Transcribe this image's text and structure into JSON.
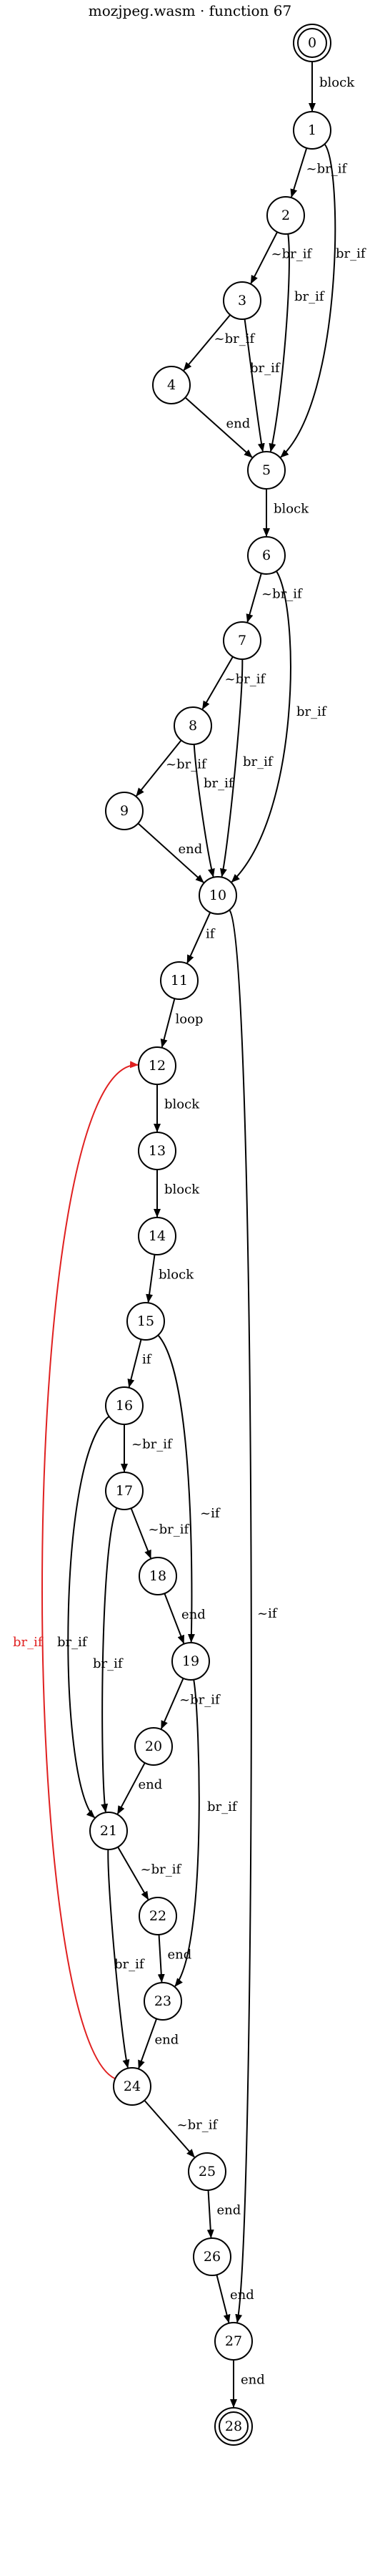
{
  "title": "mozjpeg.wasm · function 67",
  "nodes": [
    {
      "id": "0",
      "label": "0",
      "kind": "terminal"
    },
    {
      "id": "1",
      "label": "1"
    },
    {
      "id": "2",
      "label": "2"
    },
    {
      "id": "3",
      "label": "3"
    },
    {
      "id": "4",
      "label": "4"
    },
    {
      "id": "5",
      "label": "5"
    },
    {
      "id": "6",
      "label": "6"
    },
    {
      "id": "7",
      "label": "7"
    },
    {
      "id": "8",
      "label": "8"
    },
    {
      "id": "9",
      "label": "9"
    },
    {
      "id": "10",
      "label": "10"
    },
    {
      "id": "11",
      "label": "11"
    },
    {
      "id": "12",
      "label": "12"
    },
    {
      "id": "13",
      "label": "13"
    },
    {
      "id": "14",
      "label": "14"
    },
    {
      "id": "15",
      "label": "15"
    },
    {
      "id": "16",
      "label": "16"
    },
    {
      "id": "17",
      "label": "17"
    },
    {
      "id": "18",
      "label": "18"
    },
    {
      "id": "19",
      "label": "19"
    },
    {
      "id": "20",
      "label": "20"
    },
    {
      "id": "21",
      "label": "21"
    },
    {
      "id": "22",
      "label": "22"
    },
    {
      "id": "23",
      "label": "23"
    },
    {
      "id": "24",
      "label": "24"
    },
    {
      "id": "25",
      "label": "25"
    },
    {
      "id": "26",
      "label": "26"
    },
    {
      "id": "27",
      "label": "27"
    },
    {
      "id": "28",
      "label": "28",
      "kind": "terminal"
    }
  ],
  "edges": [
    {
      "from": "0",
      "to": "1",
      "label": "block"
    },
    {
      "from": "1",
      "to": "2",
      "label": "~br_if"
    },
    {
      "from": "1",
      "to": "5",
      "label": "br_if"
    },
    {
      "from": "2",
      "to": "3",
      "label": "~br_if"
    },
    {
      "from": "2",
      "to": "5",
      "label": "br_if"
    },
    {
      "from": "3",
      "to": "4",
      "label": "~br_if"
    },
    {
      "from": "3",
      "to": "5",
      "label": "br_if"
    },
    {
      "from": "4",
      "to": "5",
      "label": "end"
    },
    {
      "from": "5",
      "to": "6",
      "label": "block"
    },
    {
      "from": "6",
      "to": "7",
      "label": "~br_if"
    },
    {
      "from": "6",
      "to": "10",
      "label": "br_if"
    },
    {
      "from": "7",
      "to": "8",
      "label": "~br_if"
    },
    {
      "from": "7",
      "to": "10",
      "label": "br_if"
    },
    {
      "from": "8",
      "to": "9",
      "label": "~br_if"
    },
    {
      "from": "8",
      "to": "10",
      "label": "br_if"
    },
    {
      "from": "9",
      "to": "10",
      "label": "end"
    },
    {
      "from": "10",
      "to": "11",
      "label": "if"
    },
    {
      "from": "10",
      "to": "27",
      "label": "~if"
    },
    {
      "from": "11",
      "to": "12",
      "label": "loop"
    },
    {
      "from": "12",
      "to": "13",
      "label": "block"
    },
    {
      "from": "13",
      "to": "14",
      "label": "block"
    },
    {
      "from": "14",
      "to": "15",
      "label": "block"
    },
    {
      "from": "15",
      "to": "16",
      "label": "if"
    },
    {
      "from": "15",
      "to": "19",
      "label": "~if"
    },
    {
      "from": "16",
      "to": "17",
      "label": "~br_if"
    },
    {
      "from": "16",
      "to": "21",
      "label": "br_if"
    },
    {
      "from": "17",
      "to": "18",
      "label": "~br_if"
    },
    {
      "from": "17",
      "to": "21",
      "label": "br_if"
    },
    {
      "from": "18",
      "to": "19",
      "label": "end"
    },
    {
      "from": "19",
      "to": "20",
      "label": "~br_if"
    },
    {
      "from": "19",
      "to": "23",
      "label": "br_if"
    },
    {
      "from": "20",
      "to": "21",
      "label": "end"
    },
    {
      "from": "21",
      "to": "22",
      "label": "~br_if"
    },
    {
      "from": "21",
      "to": "24",
      "label": "br_if"
    },
    {
      "from": "22",
      "to": "23",
      "label": "end"
    },
    {
      "from": "23",
      "to": "24",
      "label": "end"
    },
    {
      "from": "24",
      "to": "12",
      "label": "br_if",
      "color": "#e02020",
      "back": true
    },
    {
      "from": "24",
      "to": "25",
      "label": "~br_if"
    },
    {
      "from": "25",
      "to": "26",
      "label": "end"
    },
    {
      "from": "26",
      "to": "27",
      "label": "end"
    },
    {
      "from": "27",
      "to": "28",
      "label": "end"
    }
  ]
}
